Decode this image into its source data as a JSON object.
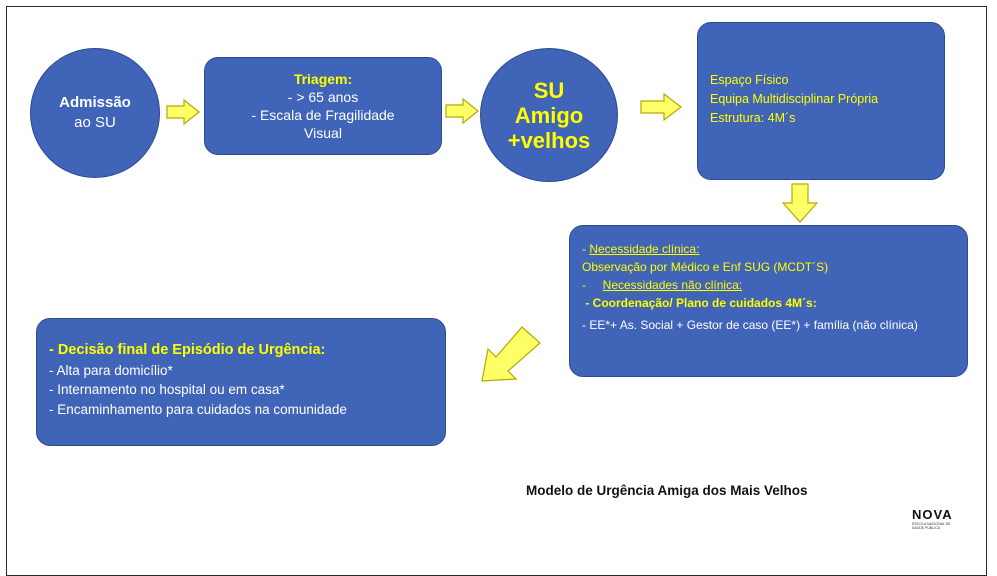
{
  "nodes": {
    "admissao": {
      "line1": "Admissão",
      "line2": "ao SU"
    },
    "triagem": {
      "title": "Triagem:",
      "line1": "- > 65 anos",
      "line2": "- Escala de Fragilidade",
      "line3": "Visual"
    },
    "su_amigo": {
      "line1": "SU",
      "line2": "Amigo",
      "line3": "+velhos"
    },
    "espaco": {
      "line1": "Espaço Físico",
      "line2": "Equipa Multidisciplinar Própria",
      "line3": "Estrutura: 4M´s"
    },
    "necessidades": {
      "clinical_prefix": "- ",
      "clinical_title": "Necessidade clínica:",
      "clinical_text": "Observação por Médico e Enf SUG (MCDT´S)",
      "nonclinical_prefix": "-     ",
      "nonclinical_title": "Necessidades não clínica:",
      "coord": " - Coordenação/ Plano de cuidados 4M´s:",
      "team": "- EE*+  As. Social + Gestor de caso (EE*) + família (não clínica)"
    },
    "decisao": {
      "prefix": "- ",
      "title": "Decisão final de Episódio de Urgência:",
      "items": [
        "- Alta para domicílio*",
        "- Internamento no hospital ou em casa*",
        "- Encaminhamento para cuidados na comunidade"
      ]
    }
  },
  "caption": "Modelo de Urgência Amiga dos Mais Velhos",
  "logo": {
    "word": "NOVA",
    "subtitle": "ESCOLA NACIONAL DE SAÚDE PÚBLICA"
  },
  "colors": {
    "box_fill": "#4064b8",
    "box_border": "#2c4a8e",
    "arrow_fill": "#ffff66",
    "arrow_stroke": "#b7a800",
    "highlight_text": "#ffff00"
  }
}
